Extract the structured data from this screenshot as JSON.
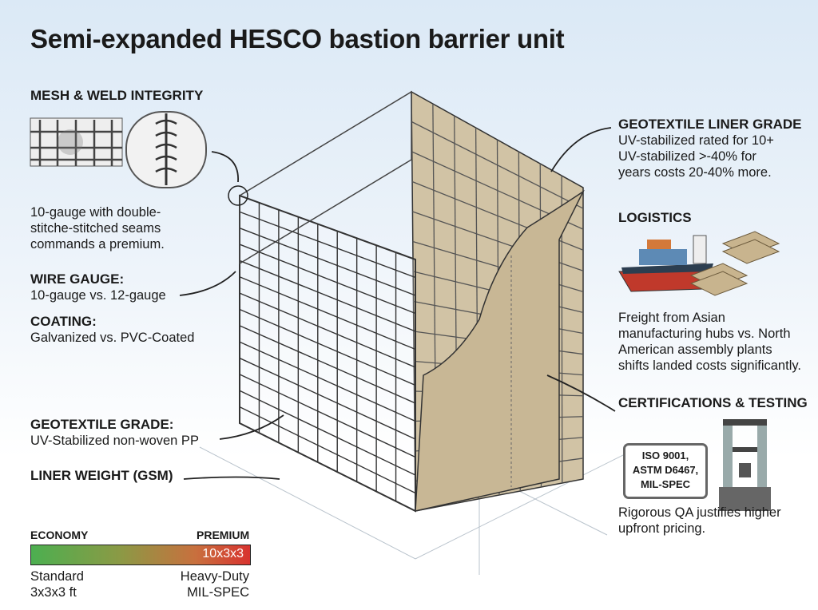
{
  "title": "Semi-expanded HESCO bastion barrier unit",
  "left": {
    "mesh": {
      "heading": "MESH & WELD INTEGRITY",
      "body": [
        "10-gauge with double-",
        "stitche-stitched seams",
        "commands a premium."
      ]
    },
    "wire_gauge": {
      "heading": "WIRE GAUGE:",
      "body": "10-gauge vs. 12-gauge"
    },
    "coating": {
      "heading": "COATING:",
      "body": "Galvanized vs. PVC-Coated"
    },
    "geotextile": {
      "heading": "GEOTEXTILE GRADE:",
      "body": "UV-Stabilized non-woven PP"
    },
    "liner_weight": {
      "heading": "LINER WEIGHT (GSM)"
    }
  },
  "scale": {
    "left_label": "ECONOMY",
    "right_label": "PREMIUM",
    "bar_label": "10x3x3",
    "left_caption": [
      "Standard",
      "3x3x3 ft"
    ],
    "right_caption": [
      "Heavy-Duty",
      "MIL-SPEC"
    ]
  },
  "right": {
    "liner": {
      "heading": "GEOTEXTILE LINER GRADE",
      "body": [
        "UV-stabilized rated for 10+",
        "UV-stabilized >-40% for",
        "years costs 20-40% more."
      ]
    },
    "logistics": {
      "heading": "LOGISTICS",
      "body": [
        "Freight  from Asian",
        "manufacturing hubs vs. North",
        "American assembly plants",
        "shifts landed costs significantly."
      ]
    },
    "certs": {
      "heading": "CERTIFICATIONS & TESTING",
      "stamp": [
        "ISO 9001,",
        "ASTM D6467,",
        "MIL-SPEC"
      ],
      "body": [
        "Rigorous QA justifies higher",
        "upfront pricing."
      ]
    }
  }
}
